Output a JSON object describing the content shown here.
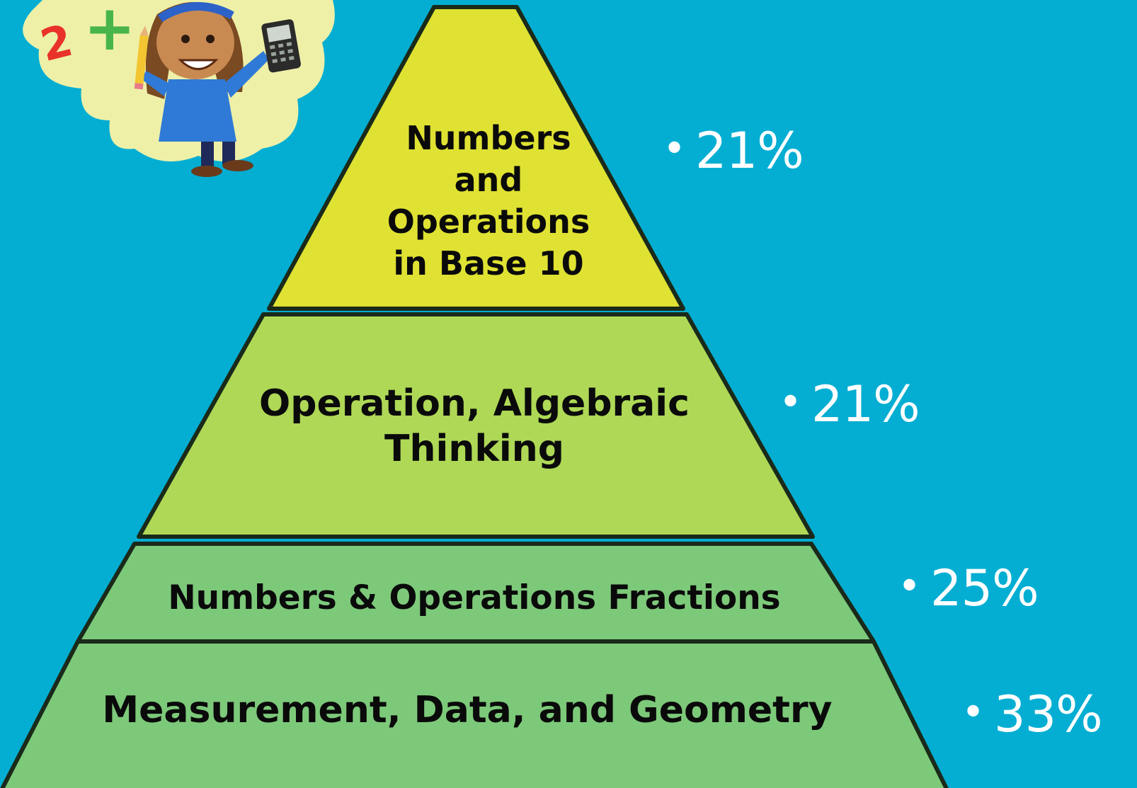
{
  "diagram": {
    "type": "pyramid",
    "tiers": [
      {
        "label": "Numbers and Operations in Base 10",
        "percent": "21%",
        "fill": "#dfe232"
      },
      {
        "label": "Operation, Algebraic Thinking",
        "percent": "21%",
        "fill": "#aed856"
      },
      {
        "label": "Numbers & Operations Fractions",
        "percent": "25%",
        "fill": "#7dc97a"
      },
      {
        "label": "Measurement, Data, and Geometry",
        "percent": "33%",
        "fill": "#7dc97a"
      }
    ]
  },
  "illustration": {
    "cloud_numeral": "2",
    "cloud_symbol": "+"
  },
  "colors": {
    "background": "#03aed2",
    "outline": "#1a2a1a",
    "percent_text": "#ffffff",
    "label_text": "#0a0a0a"
  }
}
